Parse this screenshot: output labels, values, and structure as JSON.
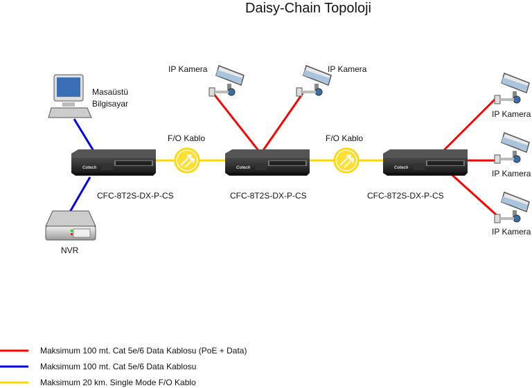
{
  "title": "Daisy-Chain Topoloji",
  "devices": {
    "pc": {
      "line1": "Masaüstü",
      "line2": "Bilgisayar",
      "icon": "desktop-computer-icon"
    },
    "nvr": {
      "label": "NVR",
      "icon": "nvr-icon"
    },
    "switches": [
      {
        "label": "CFC-8T2S-DX-P-CS",
        "brand": "Cotech"
      },
      {
        "label": "CFC-8T2S-DX-P-CS",
        "brand": "Cotech"
      },
      {
        "label": "CFC-8T2S-DX-P-CS",
        "brand": "Cotech"
      }
    ],
    "fiber_links": [
      {
        "label": "F/O Kablo"
      },
      {
        "label": "F/O Kablo"
      }
    ],
    "cameras": [
      {
        "label": "IP Kamera"
      },
      {
        "label": "IP Kamera"
      },
      {
        "label": "IP Kamera"
      },
      {
        "label": "IP Kamera"
      },
      {
        "label": "IP Kamera"
      }
    ]
  },
  "colors": {
    "poe": "#ff0000",
    "data": "#0000ee",
    "fiber": "#ffd700"
  },
  "legend": [
    {
      "color": "#ff0000",
      "text": "Maksimum 100 mt. Cat 5e/6 Data Kablosu (PoE + Data)"
    },
    {
      "color": "#0000ee",
      "text": "Maksimum 100 mt. Cat 5e/6 Data Kablosu"
    },
    {
      "color": "#ffd700",
      "text": "Maksimum 20 km. Single Mode F/O Kablo"
    }
  ]
}
